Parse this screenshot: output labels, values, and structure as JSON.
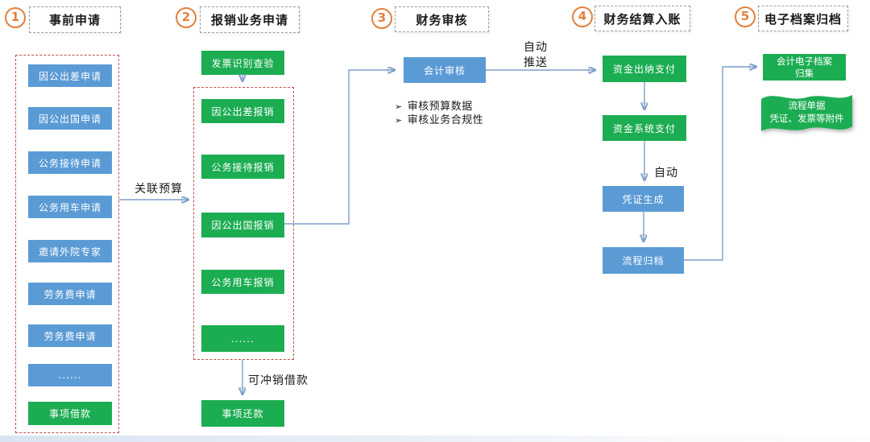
{
  "stages": [
    {
      "number": "1",
      "title": "事前申请"
    },
    {
      "number": "2",
      "title": "报销业务申请"
    },
    {
      "number": "3",
      "title": "财务审核"
    },
    {
      "number": "4",
      "title": "财务结算入账"
    },
    {
      "number": "5",
      "title": "电子档案归档"
    }
  ],
  "pre_application": {
    "items": [
      {
        "label": "因公出差申请"
      },
      {
        "label": "因公出国申请"
      },
      {
        "label": "公务接待申请"
      },
      {
        "label": "公务用车申请"
      },
      {
        "label": "邀请外院专家"
      },
      {
        "label": "劳务费申请"
      },
      {
        "label": "劳务费申请"
      },
      {
        "label": "......"
      }
    ],
    "loan_item": "事项借款"
  },
  "reimbursement": {
    "invoice_check": "发票识别查验",
    "items": [
      {
        "label": "因公出差报销"
      },
      {
        "label": "公务接待报销"
      },
      {
        "label": "因公出国报销"
      },
      {
        "label": "公务用车报销"
      },
      {
        "label": "......"
      }
    ],
    "repayment_item": "事项还款"
  },
  "audit": {
    "box": "会计审核",
    "bullet_char": "➢",
    "bullets": [
      {
        "text": "审核预算数据"
      },
      {
        "text": "审核业务合规性"
      }
    ]
  },
  "settlement": {
    "cashier_pay": "资金出纳支付",
    "system_pay": "资金系统支付",
    "voucher_generate": "凭证生成",
    "process_archive": "流程归档"
  },
  "archive": {
    "collect_line1": "会计电子档案",
    "collect_line2": "归集",
    "wave_line1": "流程单据",
    "wave_line2": "凭证、发票等附件"
  },
  "labels": {
    "link_budget": "关联预算",
    "auto_push_line1": "自动",
    "auto_push_line2": "推送",
    "auto": "自动",
    "offset_loan": "可冲销借款"
  },
  "colors": {
    "blue_box": "#5B9BD5",
    "green_box": "#1CAD52",
    "arrow_line": "#7F9EC7",
    "arrow_head": "#4472C4",
    "stage_circle": "#E2813B",
    "container_border": "#C0504D",
    "title_border": "#9C9C9C"
  }
}
